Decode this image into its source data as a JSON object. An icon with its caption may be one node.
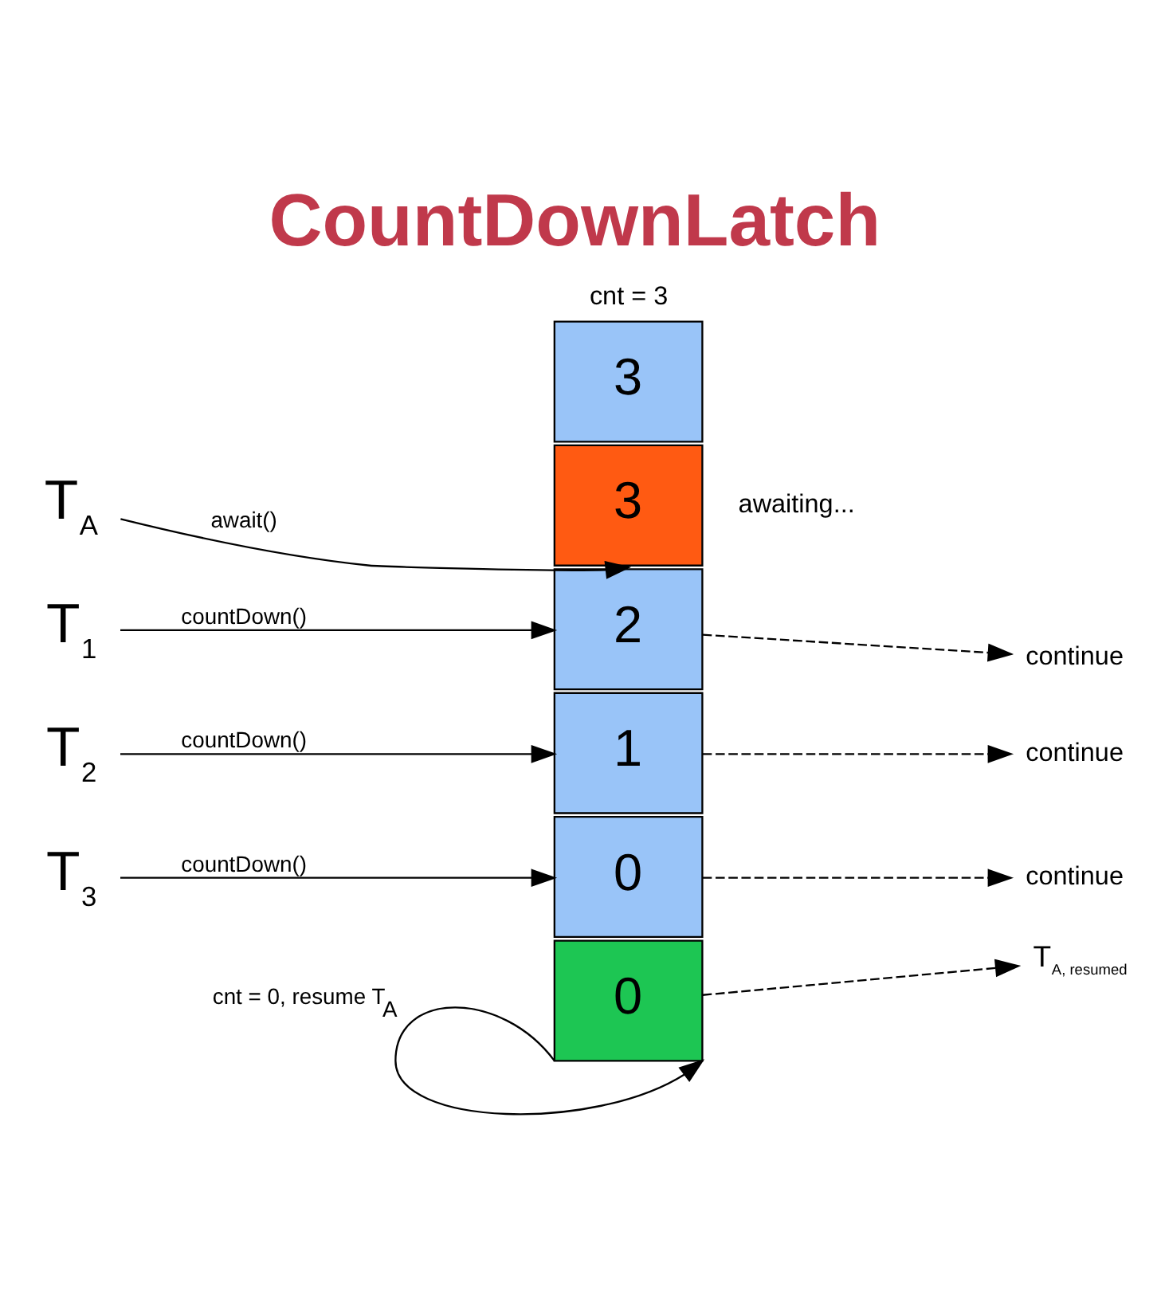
{
  "diagram": {
    "title": "CountDownLatch",
    "nodes": [
      {
        "text": [
          "3"
        ],
        "beside": [
          "cnt = 3"
        ]
      },
      {
        "text": [
          "3"
        ],
        "beside": [
          "awaiting..."
        ]
      },
      {
        "text": [
          "2"
        ]
      },
      {
        "text": [
          "1"
        ]
      },
      {
        "text": [
          "0"
        ]
      },
      {
        "text": [
          "0"
        ]
      },
      {
        "text": [
          "T$_{A}$"
        ]
      },
      {
        "text": [
          "T$_{1}$"
        ]
      },
      {
        "text": [
          "T$_{2}$"
        ]
      },
      {
        "text": [
          "T$_{3}$"
        ]
      },
      {
        "text": [
          "continue"
        ]
      },
      {
        "text": [
          "continue"
        ]
      },
      {
        "text": [
          "continue"
        ]
      },
      {
        "text": [
          "T$_{A, resumed}$"
        ]
      }
    ],
    "edges": [
      {
        "from": 6,
        "to": 1,
        "arrow": "to",
        "label": "await()"
      },
      {
        "from": 7,
        "to": 2,
        "arrow": "to",
        "label": "countDown()"
      },
      {
        "from": 8,
        "to": 3,
        "arrow": "to",
        "label": "countDown()"
      },
      {
        "from": 9,
        "to": 4,
        "arrow": "to",
        "label": "countDown()"
      },
      {
        "from": 2,
        "to": 10,
        "arrow": "to",
        "style": "dashed"
      },
      {
        "from": 3,
        "to": 11,
        "arrow": "to",
        "style": "dashed"
      },
      {
        "from": 4,
        "to": 12,
        "arrow": "to",
        "style": "dashed"
      },
      {
        "from": 5,
        "to": 13,
        "arrow": "to",
        "style": "dashed"
      },
      {
        "from": 5,
        "to": 5,
        "arrow": "to",
        "label": "cnt = 0, resume T$_{A}$"
      }
    ]
  }
}
